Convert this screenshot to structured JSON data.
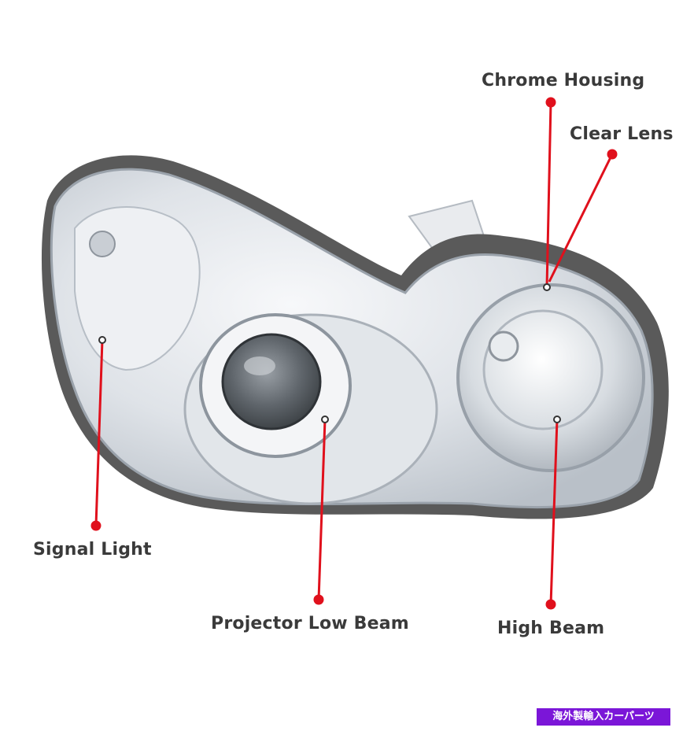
{
  "labels": {
    "chrome_housing": "Chrome Housing",
    "clear_lens": "Clear Lens",
    "signal_light": "Signal Light",
    "projector_low_beam": "Projector Low Beam",
    "high_beam": "High Beam"
  },
  "watermark": "海外製輸入カーパーツ",
  "colors": {
    "callout": "#e0101c",
    "label_text": "#3a3a3a",
    "watermark_bg": "#7b16d8",
    "gasket": "#5a5a5a",
    "chrome": "#d9dde2"
  }
}
